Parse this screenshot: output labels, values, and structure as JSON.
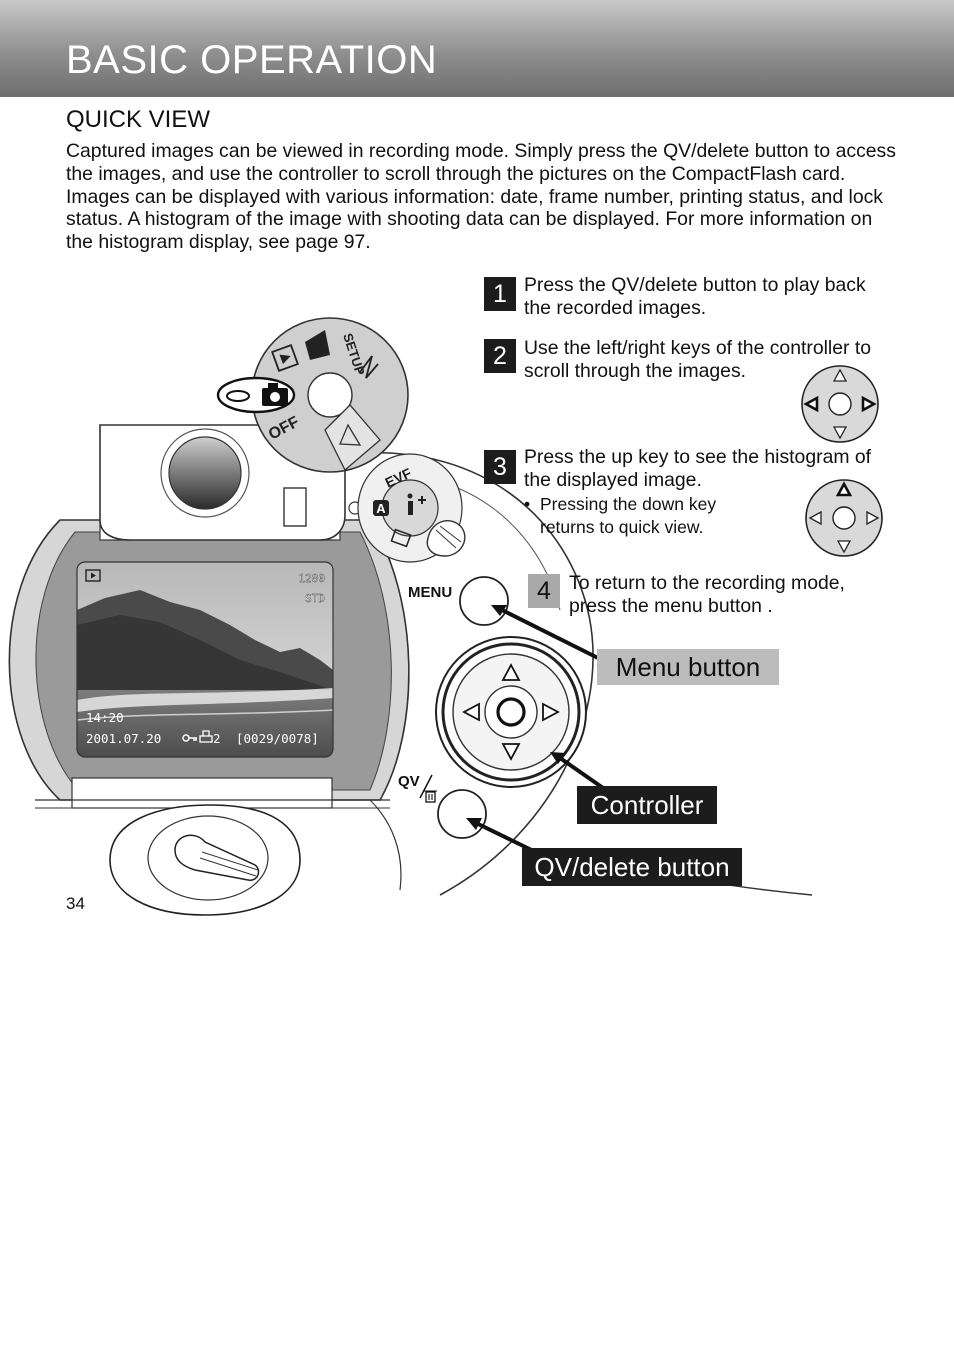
{
  "header": {
    "title": "BASIC OPERATION"
  },
  "section": {
    "title": "QUICK VIEW"
  },
  "intro": "Captured images can be viewed in recording mode. Simply press the QV/delete button to access the images, and use the controller to scroll through the pictures on the CompactFlash card. Images can be displayed with various information: date, frame number, printing status, and lock status. A histogram of the image with shooting data can be displayed. For more information on the histogram display, see page 97.",
  "steps": [
    {
      "number": "1",
      "text": "Press the QV/delete button to play back the recorded images."
    },
    {
      "number": "2",
      "text": "Use the left/right keys of the controller to scroll through the images."
    },
    {
      "number": "3",
      "text": "Press the up key to see the histogram of the displayed image.",
      "bullet": "Pressing the down key returns to quick view."
    },
    {
      "number": "4",
      "text": "To return to the recording mode, press the menu button ."
    }
  ],
  "labels": {
    "menu_button": "Menu button",
    "controller": "Controller",
    "qv_delete_button": "QV/delete button"
  },
  "camera": {
    "dial_setup": "SETUP",
    "dial_off": "OFF",
    "switch_evf": "EVF",
    "switch_auto": "A",
    "menu_marking": "MENU",
    "qv_marking": "QV",
    "screen": {
      "resolution": "1280",
      "quality": "STD",
      "time": "14:20",
      "date": "2001.07.20",
      "print_count": "2",
      "frame_counter": "[0029/0078]"
    }
  },
  "page_number": "34"
}
